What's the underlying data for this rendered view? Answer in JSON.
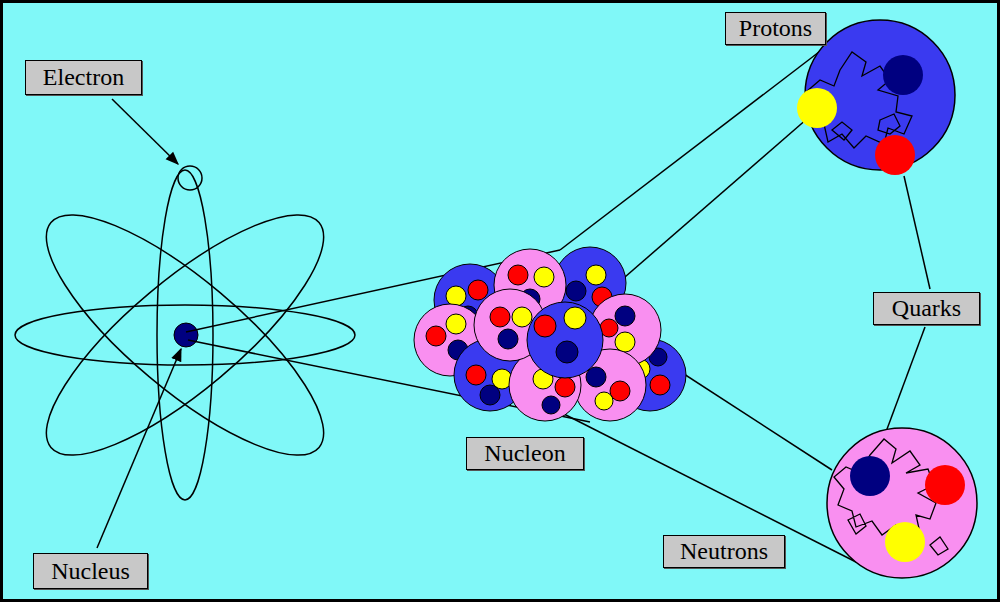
{
  "diagram": {
    "nodes": [
      {
        "text": [
          "Electron"
        ]
      },
      {
        "text": [
          "Protons"
        ]
      },
      {
        "text": [
          "Quarks"
        ]
      },
      {
        "text": [
          "Nucleon"
        ]
      },
      {
        "text": [
          "Neutrons"
        ]
      },
      {
        "text": [
          "Nucleus"
        ]
      }
    ]
  }
}
